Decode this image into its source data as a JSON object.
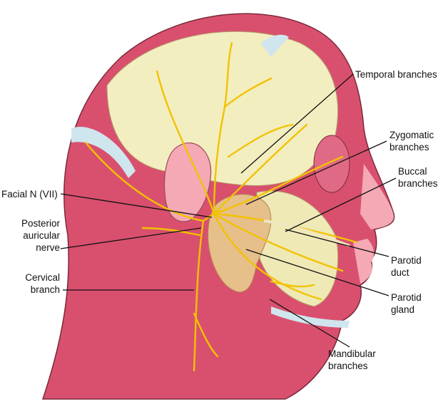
{
  "labels": {
    "temporal": [
      "Temporal branches"
    ],
    "zygomatic": [
      "Zygomatic",
      "branches"
    ],
    "buccal": [
      "Buccal",
      "branches"
    ],
    "facial": [
      "Facial N (VII)"
    ],
    "posterior": [
      "Posterior",
      "auricular",
      "nerve"
    ],
    "cervical": [
      "Cervical",
      "branch"
    ],
    "parotid_duct": [
      "Parotid",
      "duct"
    ],
    "parotid_gland": [
      "Parotid",
      "gland"
    ],
    "mandibular": [
      "Mandibular",
      "branches"
    ]
  },
  "colors": {
    "muscle": "#d9506e",
    "skull": "#f3eec0",
    "nerve": "#f2c200",
    "gland": "#e6bf8a",
    "skin": "#f4a9b5",
    "tendon": "#cfe6ee"
  }
}
